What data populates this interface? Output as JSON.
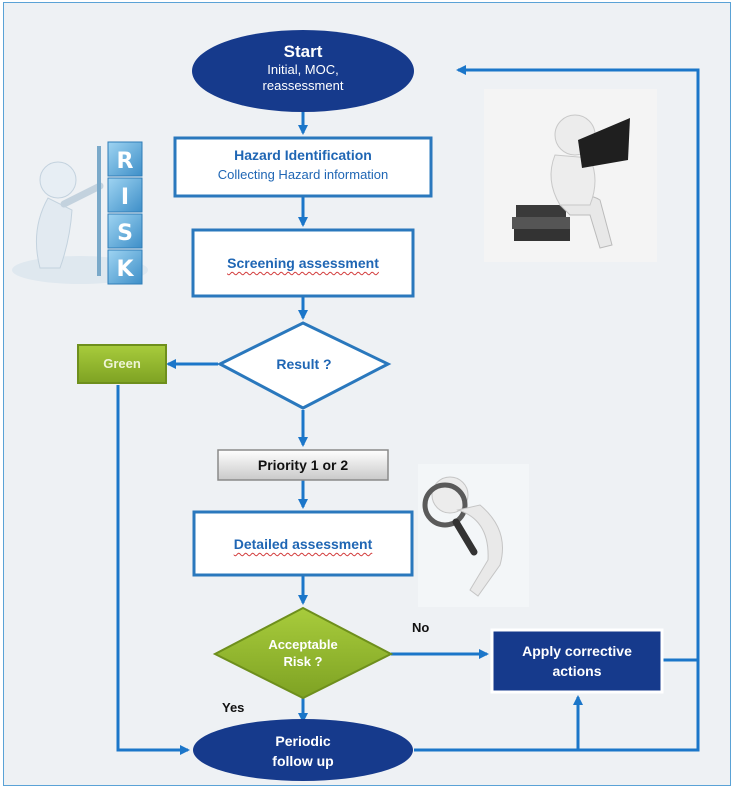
{
  "start": {
    "title": "Start",
    "subtitle": "Initial,  MOC,",
    "subtitle2": "reassessment"
  },
  "hazard": {
    "title": "Hazard Identification",
    "subtitle": "Collecting Hazard information"
  },
  "screening": {
    "label": "Screening assessment"
  },
  "result": {
    "label": "Result ?"
  },
  "green": {
    "label": "Green"
  },
  "priority": {
    "label": "Priority 1 or 2"
  },
  "detailed": {
    "label": "Detailed assessment"
  },
  "acceptable": {
    "label_line1": "Acceptable",
    "label_line2": "Risk ?"
  },
  "no_label": "No",
  "yes_label": "Yes",
  "corrective": {
    "label_line1": "Apply corrective",
    "label_line2": "actions"
  },
  "followup": {
    "label_line1": "Periodic",
    "label_line2": "follow up"
  },
  "risk_blocks": [
    "R",
    "I",
    "S",
    "K"
  ],
  "colors": {
    "navy": "#163a8c",
    "box_border": "#2a78bd",
    "box_text": "#1f66b4",
    "arrow": "#1b76c9",
    "green": "#8db52a",
    "panel_bg": "#eef1f4"
  },
  "icons": [
    "risk-person-icon",
    "reading-person-icon",
    "magnifier-person-icon"
  ]
}
